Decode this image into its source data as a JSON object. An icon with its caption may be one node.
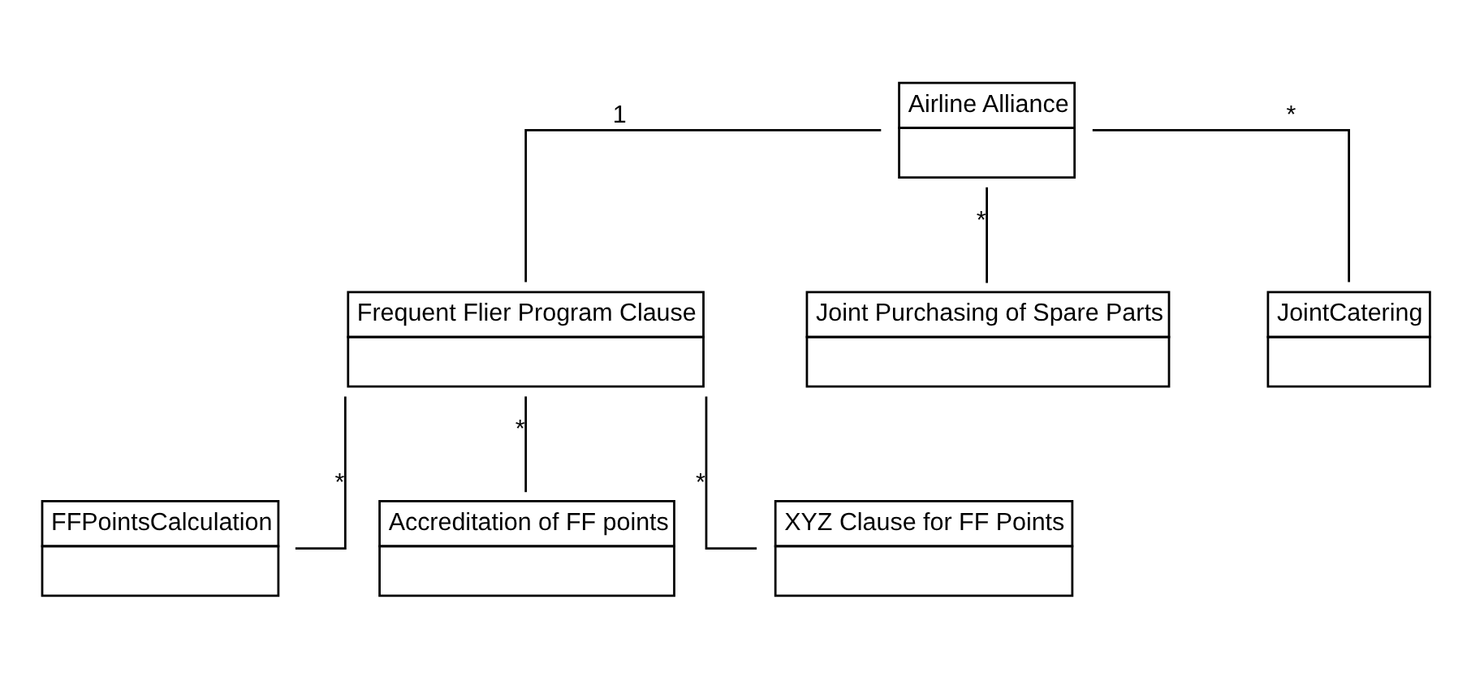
{
  "diagram": {
    "nodes": [
      {
        "text": [
          "Airline Alliance"
        ]
      },
      {
        "text": [
          "Frequent Flier Program Clause"
        ]
      },
      {
        "text": [
          "Joint Purchasing of Spare Parts"
        ]
      },
      {
        "text": [
          "JointCatering"
        ]
      },
      {
        "text": [
          "FFPointsCalculation"
        ]
      },
      {
        "text": [
          "Accreditation of FF points"
        ]
      },
      {
        "text": [
          "XYZ Clause for FF Points"
        ]
      }
    ],
    "edges": [
      {
        "from": 0,
        "to": 1,
        "arrow": "none",
        "label": "1"
      },
      {
        "from": 0,
        "to": 2,
        "arrow": "none",
        "label": "*"
      },
      {
        "from": 0,
        "to": 3,
        "arrow": "none",
        "label": "*"
      },
      {
        "from": 1,
        "to": 4,
        "arrow": "none",
        "label": "*"
      },
      {
        "from": 1,
        "to": 5,
        "arrow": "none",
        "label": "*"
      },
      {
        "from": 1,
        "to": 6,
        "arrow": "none",
        "label": "*"
      }
    ]
  }
}
